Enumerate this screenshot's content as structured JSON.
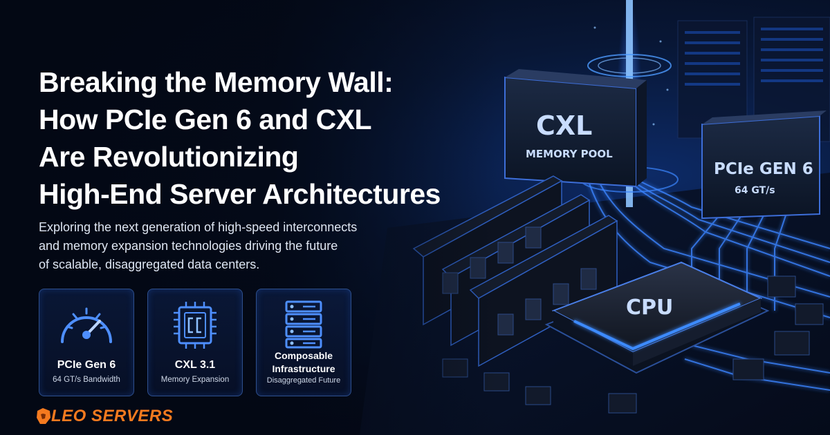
{
  "headline": {
    "line1": "Breaking the Memory Wall:",
    "line2": "How PCIe Gen 6 and CXL",
    "line3": "Are Revolutionizing",
    "line4": "High-End Server Architectures"
  },
  "subheading": {
    "line1": "Exploring the next generation of high-speed interconnects",
    "line2": "and memory expansion technologies driving the future",
    "line3": "of scalable, disaggregated data centers."
  },
  "cards": [
    {
      "icon": "speedometer-icon",
      "title": "PCIe Gen 6",
      "subtitle": "64 GT/s Bandwidth"
    },
    {
      "icon": "chip-icon",
      "title": "CXL 3.1",
      "subtitle": "Memory Expansion"
    },
    {
      "icon": "server-rack-icon",
      "title_line1": "Composable",
      "title_line2": "Infrastructure",
      "subtitle": "Disaggregated Future"
    }
  ],
  "illustration": {
    "cxl_module_title": "CXL",
    "cxl_module_subtitle": "MEMORY POOL",
    "pcie_module_title": "PCIe GEN 6",
    "pcie_module_subtitle": "64 GT/s",
    "cpu_label": "CPU"
  },
  "brand": {
    "logo_text": "LEO SERVERS",
    "logo_icon": "lion-head-icon",
    "accent_color": "#f57a1f"
  },
  "colors": {
    "background": "#050b1c",
    "glow_blue": "#2f7bff",
    "card_border": "#2e4f8c"
  }
}
